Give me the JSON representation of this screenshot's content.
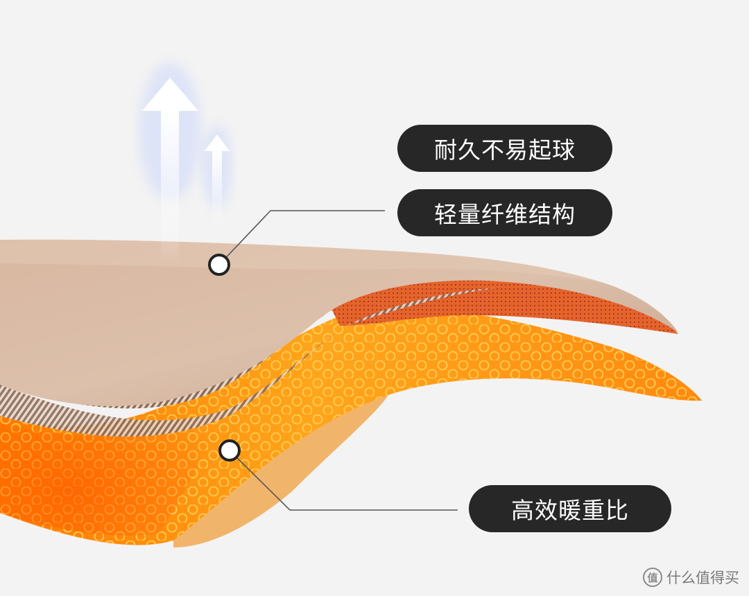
{
  "labels": {
    "durable": "耐久不易起球",
    "lightweight": "轻量纤维结构",
    "warmth_ratio": "高效暖重比"
  },
  "watermark": {
    "icon": "zhi-logo-icon",
    "icon_glyph": "值",
    "text": "什么值得买"
  },
  "colors": {
    "background": "#f3f3f3",
    "pill": "#272727",
    "outer_fabric": "#d8b79e",
    "inner_layer": "#f7a418",
    "inner_glow": "#ff6a00",
    "callout_line": "#555555"
  },
  "icons": [
    "warm-air-arrow-icon",
    "warm-air-arrow-small-icon",
    "callout-dot-icon"
  ]
}
